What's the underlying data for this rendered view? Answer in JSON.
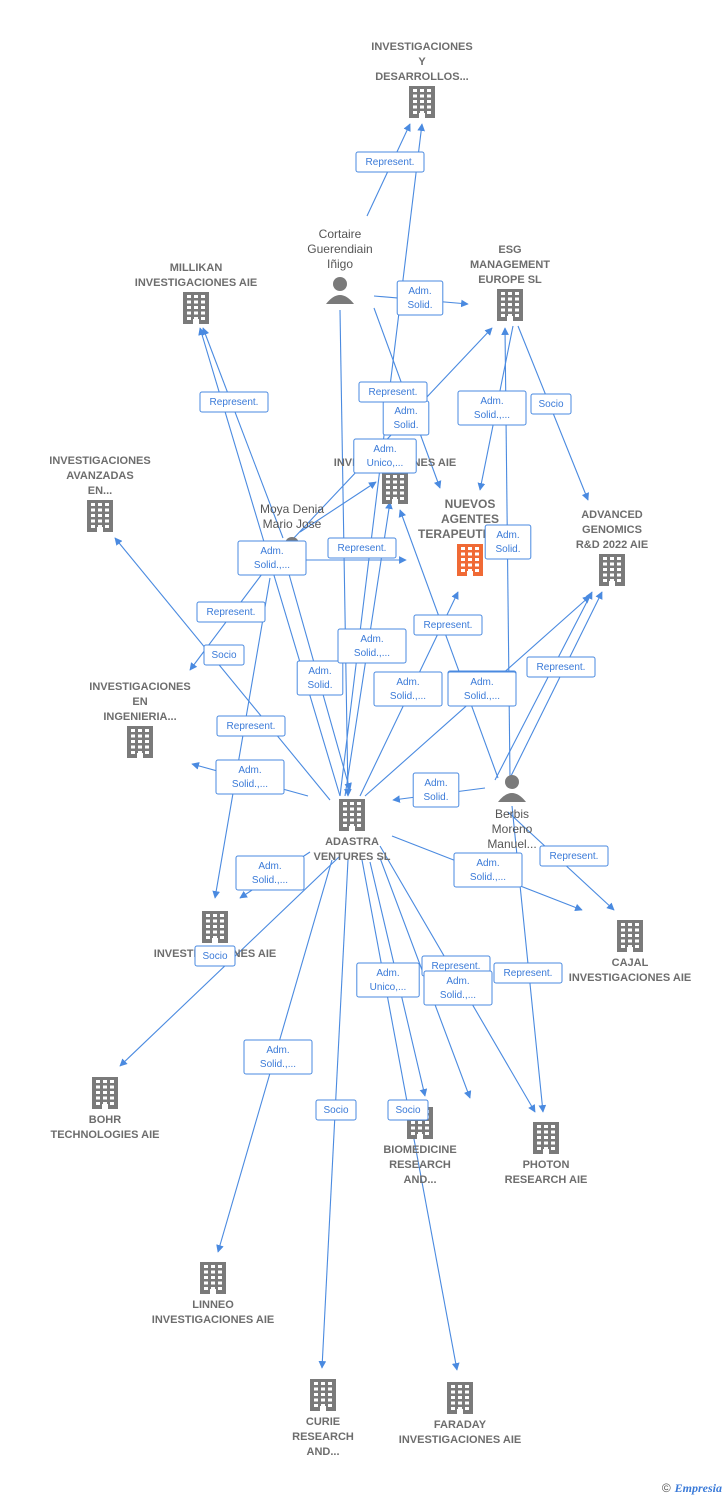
{
  "colors": {
    "edge": "#4a8ae0",
    "node": "#7a7a7a",
    "highlight": "#f06a35",
    "label": "#6d6d6d",
    "edge_label": "#3a7ad8"
  },
  "nodes": [
    {
      "id": "inv_y_des",
      "type": "company",
      "lines": [
        "INVESTIGACIONES",
        "Y",
        "DESARROLLOS..."
      ]
    },
    {
      "id": "cortaire",
      "type": "person",
      "lines": [
        "Cortaire",
        "Guerendiain",
        "Iñigo"
      ]
    },
    {
      "id": "esg",
      "type": "company",
      "lines": [
        "ESG",
        "MANAGEMENT",
        "EUROPE  SL"
      ]
    },
    {
      "id": "millikan",
      "type": "company",
      "lines": [
        "MILLIKAN",
        "INVESTIGACIONES AIE"
      ]
    },
    {
      "id": "inv_avanzadas",
      "type": "company",
      "lines": [
        "INVESTIGACIONES",
        "AVANZADAS",
        "EN..."
      ]
    },
    {
      "id": "inv_center",
      "type": "company",
      "lines": [
        "INVESTIGACIONES AIE"
      ]
    },
    {
      "id": "moya",
      "type": "person",
      "lines": [
        "Moya Denia",
        "Mario Jose"
      ]
    },
    {
      "id": "nuevos",
      "type": "highlight",
      "lines": [
        "NUEVOS",
        "AGENTES",
        "TERAPEUTICOS..."
      ]
    },
    {
      "id": "advanced",
      "type": "company",
      "lines": [
        "ADVANCED",
        "GENOMICS",
        "R&D 2022 AIE"
      ]
    },
    {
      "id": "inv_ing",
      "type": "company",
      "lines": [
        "INVESTIGACIONES",
        "EN",
        "INGENIERIA..."
      ]
    },
    {
      "id": "adastra",
      "type": "company",
      "lines": [
        "ADASTRA",
        "VENTURES  SL"
      ]
    },
    {
      "id": "berbis",
      "type": "person",
      "lines": [
        "Berbis",
        "Moreno",
        "Manuel..."
      ]
    },
    {
      "id": "inv_left",
      "type": "company",
      "lines": [
        "INVESTIGACIONES AIE"
      ]
    },
    {
      "id": "cajal",
      "type": "company",
      "lines": [
        "CAJAL",
        "INVESTIGACIONES AIE"
      ]
    },
    {
      "id": "bohr",
      "type": "company",
      "lines": [
        "BOHR",
        "TECHNOLOGIES AIE"
      ]
    },
    {
      "id": "biomedicine",
      "type": "company",
      "lines": [
        "BIOMEDICINE",
        "RESEARCH",
        "AND..."
      ]
    },
    {
      "id": "photon",
      "type": "company",
      "lines": [
        "PHOTON",
        "RESEARCH AIE"
      ]
    },
    {
      "id": "linneo",
      "type": "company",
      "lines": [
        "LINNEO",
        "INVESTIGACIONES AIE"
      ]
    },
    {
      "id": "curie",
      "type": "company",
      "lines": [
        "CURIE",
        "RESEARCH",
        "AND..."
      ]
    },
    {
      "id": "faraday",
      "type": "company",
      "lines": [
        "FARADAY",
        "INVESTIGACIONES AIE"
      ]
    }
  ],
  "edges": [
    {
      "from": "cortaire",
      "to": "inv_y_des",
      "label": [
        "Represent."
      ]
    },
    {
      "from": "cortaire",
      "to": "esg",
      "label": [
        "Adm.",
        "Solid."
      ]
    },
    {
      "from": "cortaire",
      "to": "nuevos",
      "label": [
        "Adm.",
        "Solid."
      ]
    },
    {
      "from": "cortaire",
      "to": "adastra",
      "label": []
    },
    {
      "from": "moya",
      "to": "millikan",
      "label": [
        "Represent."
      ]
    },
    {
      "from": "moya",
      "to": "esg",
      "label": [
        "Represent."
      ]
    },
    {
      "from": "moya",
      "to": "inv_center",
      "label": [
        "Adm.",
        "Unico,..."
      ]
    },
    {
      "from": "moya",
      "to": "nuevos",
      "label": [
        "Represent."
      ]
    },
    {
      "from": "moya",
      "to": "inv_ing",
      "label": [
        "Represent."
      ]
    },
    {
      "from": "moya",
      "to": "adastra",
      "label": [
        "Adm.",
        "Solid.,..."
      ]
    },
    {
      "from": "moya",
      "to": "inv_left",
      "label": [
        "Represent."
      ]
    },
    {
      "from": "berbis",
      "to": "esg",
      "label": [
        "Adm.",
        "Solid."
      ]
    },
    {
      "from": "berbis",
      "to": "inv_center",
      "label": [
        "Represent."
      ]
    },
    {
      "from": "berbis",
      "to": "advanced",
      "label": [
        "Adm.",
        "Solid.,..."
      ]
    },
    {
      "from": "berbis",
      "to": "advanced",
      "label": [
        "Represent."
      ]
    },
    {
      "from": "berbis",
      "to": "adastra",
      "label": [
        "Adm.",
        "Solid."
      ]
    },
    {
      "from": "berbis",
      "to": "cajal",
      "label": [
        "Represent."
      ]
    },
    {
      "from": "berbis",
      "to": "photon",
      "label": [
        "Represent."
      ]
    },
    {
      "from": "esg",
      "to": "nuevos",
      "label": [
        "Adm.",
        "Solid.,..."
      ]
    },
    {
      "from": "esg",
      "to": "advanced",
      "label": [
        "Socio"
      ]
    },
    {
      "from": "adastra",
      "to": "inv_y_des",
      "label": []
    },
    {
      "from": "adastra",
      "to": "millikan",
      "label": [
        "Adm.",
        "Solid."
      ]
    },
    {
      "from": "adastra",
      "to": "inv_avanzadas",
      "label": [
        "Socio"
      ]
    },
    {
      "from": "adastra",
      "to": "inv_center",
      "label": [
        "Adm.",
        "Solid.,..."
      ]
    },
    {
      "from": "adastra",
      "to": "nuevos",
      "label": [
        "Adm.",
        "Solid.,..."
      ]
    },
    {
      "from": "adastra",
      "to": "advanced",
      "label": [
        "Adm.",
        "Solid.,..."
      ]
    },
    {
      "from": "adastra",
      "to": "inv_ing",
      "label": [
        "Adm.",
        "Solid.,..."
      ]
    },
    {
      "from": "adastra",
      "to": "inv_left",
      "label": [
        "Adm.",
        "Solid.,..."
      ]
    },
    {
      "from": "adastra",
      "to": "cajal",
      "label": [
        "Adm.",
        "Solid.,..."
      ]
    },
    {
      "from": "adastra",
      "to": "bohr",
      "label": [
        "Socio"
      ]
    },
    {
      "from": "adastra",
      "to": "biomedicine",
      "label": [
        "Adm.",
        "Unico,..."
      ]
    },
    {
      "from": "adastra",
      "to": "biomedicine",
      "label": [
        "Represent."
      ]
    },
    {
      "from": "adastra",
      "to": "photon",
      "label": [
        "Adm.",
        "Solid.,..."
      ]
    },
    {
      "from": "adastra",
      "to": "linneo",
      "label": [
        "Adm.",
        "Solid.,..."
      ]
    },
    {
      "from": "adastra",
      "to": "curie",
      "label": [
        "Socio"
      ]
    },
    {
      "from": "adastra",
      "to": "faraday",
      "label": [
        "Socio"
      ]
    }
  ],
  "footer": {
    "copyright": "©",
    "brand": "Empresia"
  }
}
